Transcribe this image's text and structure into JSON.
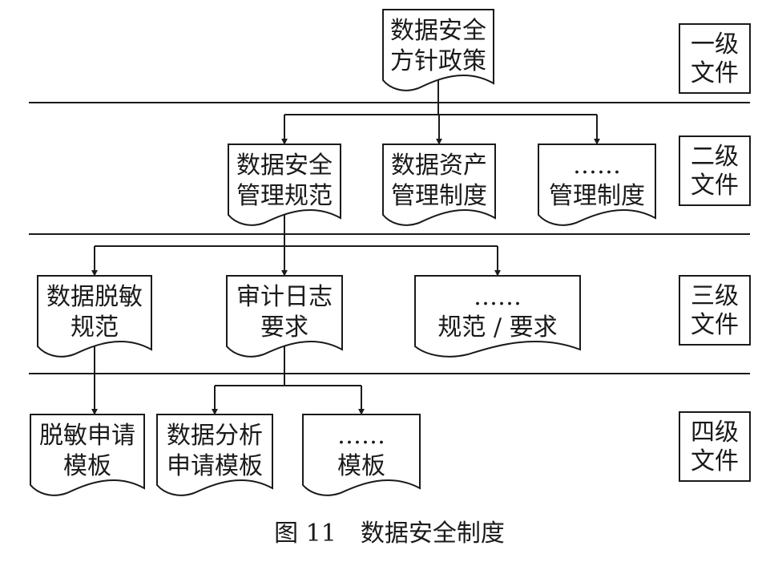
{
  "tiers": [
    {
      "level": [
        "一级",
        "文件"
      ],
      "nodes": [
        {
          "id": "policy",
          "lines": [
            "数据安全",
            "方针政策"
          ]
        }
      ]
    },
    {
      "level": [
        "二级",
        "文件"
      ],
      "nodes": [
        {
          "id": "security-spec",
          "lines": [
            "数据安全",
            "管理规范"
          ]
        },
        {
          "id": "asset-system",
          "lines": [
            "数据资产",
            "管理制度"
          ]
        },
        {
          "id": "other-system",
          "lines": [
            "……",
            "管理制度"
          ]
        }
      ]
    },
    {
      "level": [
        "三级",
        "文件"
      ],
      "nodes": [
        {
          "id": "masking-spec",
          "lines": [
            "数据脱敏",
            "规范"
          ]
        },
        {
          "id": "audit-req",
          "lines": [
            "审计日志",
            "要求"
          ]
        },
        {
          "id": "other-req",
          "lines": [
            "……",
            "规范 / 要求"
          ]
        }
      ]
    },
    {
      "level": [
        "四级",
        "文件"
      ],
      "nodes": [
        {
          "id": "masking-template",
          "lines": [
            "脱敏申请",
            "模板"
          ]
        },
        {
          "id": "analysis-template",
          "lines": [
            "数据分析",
            "申请模板"
          ]
        },
        {
          "id": "other-template",
          "lines": [
            "……",
            "模板"
          ]
        }
      ]
    }
  ],
  "caption": "图 11　数据安全制度"
}
